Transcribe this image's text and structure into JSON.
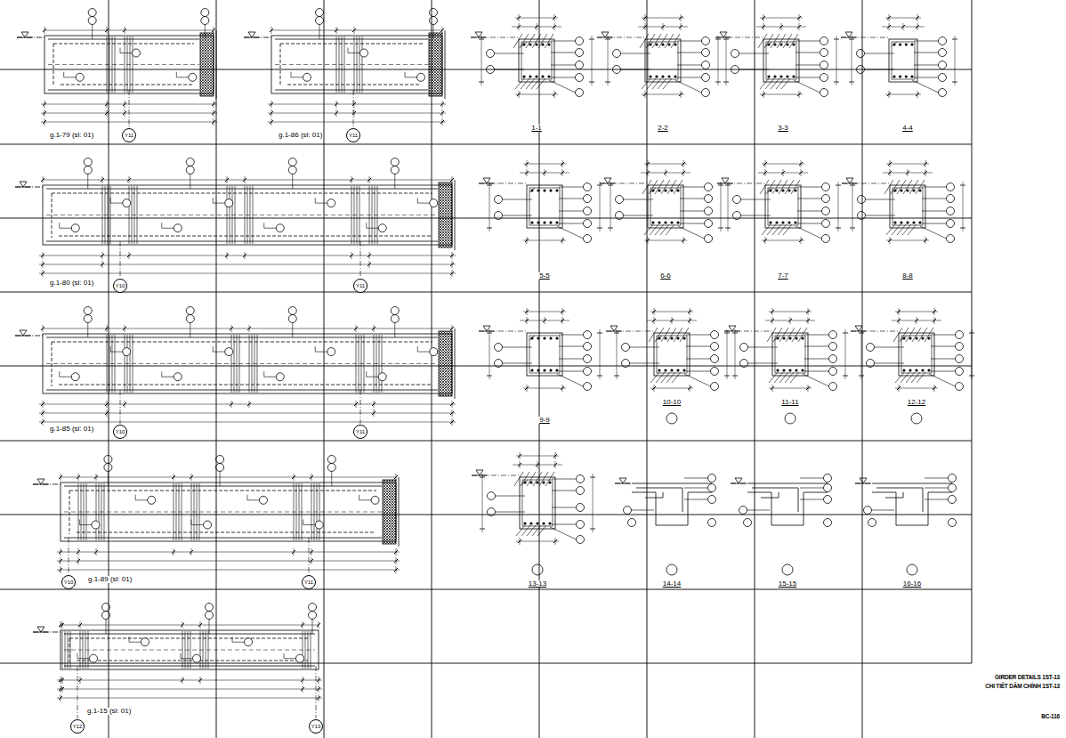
{
  "diagram": {
    "title": "GIRDER DETAILS 1ST-13",
    "nodes": [
      {
        "text": [
          "Y11"
        ]
      },
      {
        "text": [
          "Y11"
        ]
      },
      {
        "text": [
          "Y10"
        ]
      },
      {
        "text": [
          "Y11"
        ]
      },
      {
        "text": [
          "Y10"
        ]
      },
      {
        "text": [
          "Y11"
        ]
      },
      {
        "text": [
          "Y10"
        ]
      },
      {
        "text": [
          "Y11"
        ]
      },
      {
        "text": [
          "Y12"
        ]
      },
      {
        "text": [
          "Y13"
        ]
      }
    ],
    "labels": [
      "g.1-79 (sl: 01)",
      "g.1-86 (sl: 01)",
      "1-1",
      "2-2",
      "3-3",
      "4-4",
      "g.1-80 (sl: 01)",
      "5-5",
      "6-6",
      "7-7",
      "8-8",
      "g.1-85 (sl: 01)",
      "9-9",
      "10-10",
      "11-11",
      "12-12",
      "g.1-89 (sl: 01)",
      "13-13",
      "14-14",
      "15-15",
      "16-16",
      "g.1-15 (sl: 01)",
      "CHI TIẾT DẦM CHÍNH 1ST-13",
      "BC-116"
    ]
  }
}
